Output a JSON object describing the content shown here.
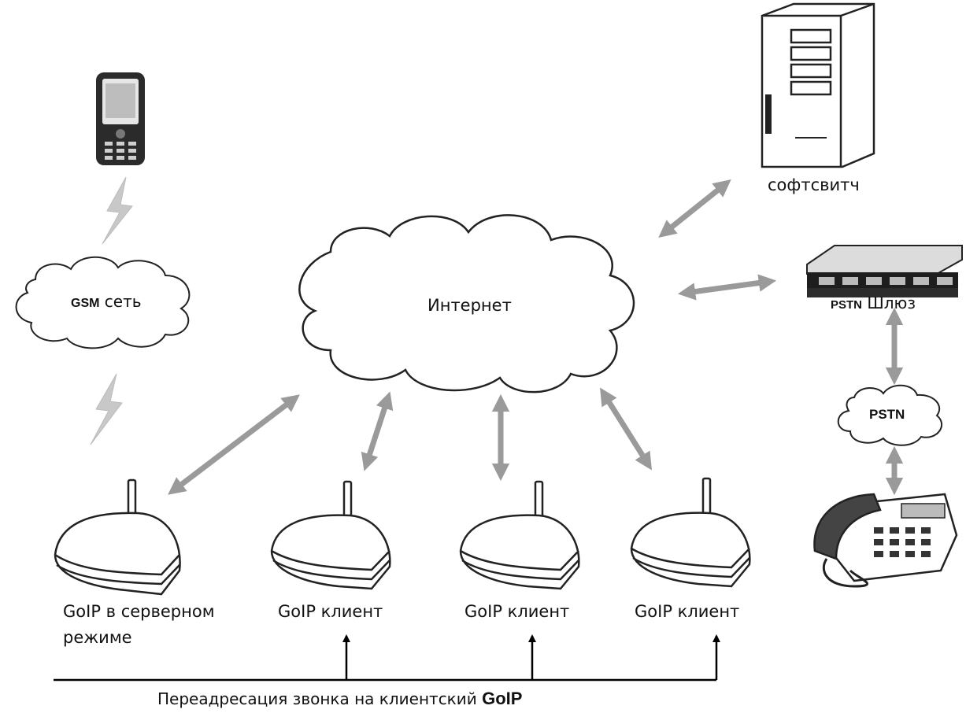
{
  "nodes": {
    "internet": "Интернет",
    "gsm_bold": "GSM",
    "gsm_rest": " сеть",
    "softswitch": "софтсвитч",
    "pstn_gw_bold": "PSTN",
    "pstn_gw_rest": " Шлюз",
    "pstn": "PSTN",
    "goip_server_line1": "GoIP в серверном",
    "goip_server_line2": "режиме",
    "goip_client_1": "GoIP клиент",
    "goip_client_2": "GoIP клиент",
    "goip_client_3": "GoIP клиент"
  },
  "caption_main": "Переадресация звонка на клиентский ",
  "caption_bold": "GoIP",
  "colors": {
    "arrow": "#9a9a9a",
    "line": "#000000",
    "cloud_stroke": "#222222",
    "lightning": "#c8c8c8"
  }
}
